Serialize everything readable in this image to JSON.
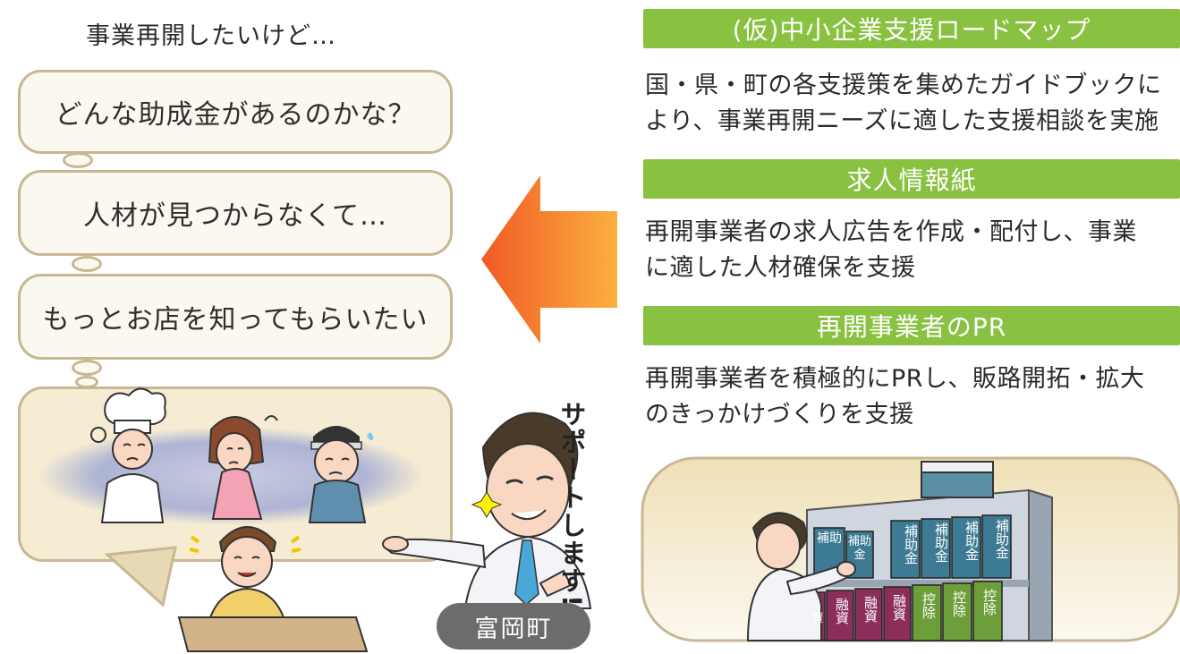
{
  "left": {
    "intro": "事業再開したいけど…",
    "bubbles": [
      "どんな助成金があるのかな？",
      "人材が見つからなくて…",
      "もっとお店を知ってもらいたい"
    ]
  },
  "sections": [
    {
      "title": "(仮)中小企業支援ロードマップ",
      "lines": [
        "国・県・町の各支援策を集めたガイドブックに",
        "より、事業再開ニーズに適した支援相談を実施"
      ]
    },
    {
      "title": "求人情報紙",
      "lines": [
        "再開事業者の求人広告を作成・配付し、事業",
        "に適した人材確保を支援"
      ]
    },
    {
      "title": "再開事業者のPR",
      "lines": [
        "再開事業者を積極的にPRし、販路開拓・拡大",
        "のきっかけづくりを支援"
      ]
    }
  ],
  "town": "富岡町",
  "support": "サポートします!",
  "shelf": {
    "book_top": [
      "補助",
      "補助金",
      "補助金",
      "補助金",
      "補助金",
      "補助金"
    ],
    "book_bottom": [
      "資",
      "融資",
      "融資",
      "融資",
      "控除",
      "控除",
      "控除"
    ]
  },
  "colors": {
    "accent_green": "#89c141",
    "bubble_border": "#c8b793",
    "town_badge": "#6c6c6c",
    "arrow_start": "#f05a24",
    "arrow_end": "#fbb040"
  }
}
